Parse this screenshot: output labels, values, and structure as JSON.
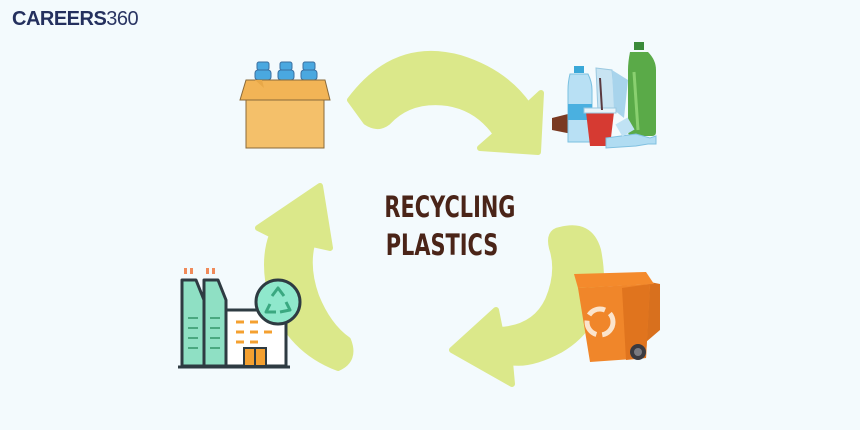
{
  "header": {
    "logo_brand": "CAREERS",
    "logo_number": "360"
  },
  "diagram": {
    "title_line1": "RECYCLING",
    "title_line2": "PLASTICS",
    "type": "cycle",
    "stages": [
      {
        "id": "packaged-bottles",
        "icon": "box-of-bottles-icon",
        "position": "top-left"
      },
      {
        "id": "plastic-waste",
        "icon": "plastic-waste-pile-icon",
        "position": "top-right"
      },
      {
        "id": "recycling-bin",
        "icon": "recycling-bin-icon",
        "position": "bottom-right"
      },
      {
        "id": "recycling-factory",
        "icon": "recycling-factory-icon",
        "position": "bottom-left"
      }
    ],
    "flow": [
      "packaged-bottles",
      "plastic-waste",
      "recycling-bin",
      "recycling-factory",
      "packaged-bottles"
    ],
    "colors": {
      "background": "#f3fafd",
      "arrow": "#dbe88a",
      "title": "#4a2418",
      "logo": "#24305e",
      "bin": "#f0862a",
      "box": "#f4c06a",
      "factory_green": "#8fe0c4"
    }
  }
}
